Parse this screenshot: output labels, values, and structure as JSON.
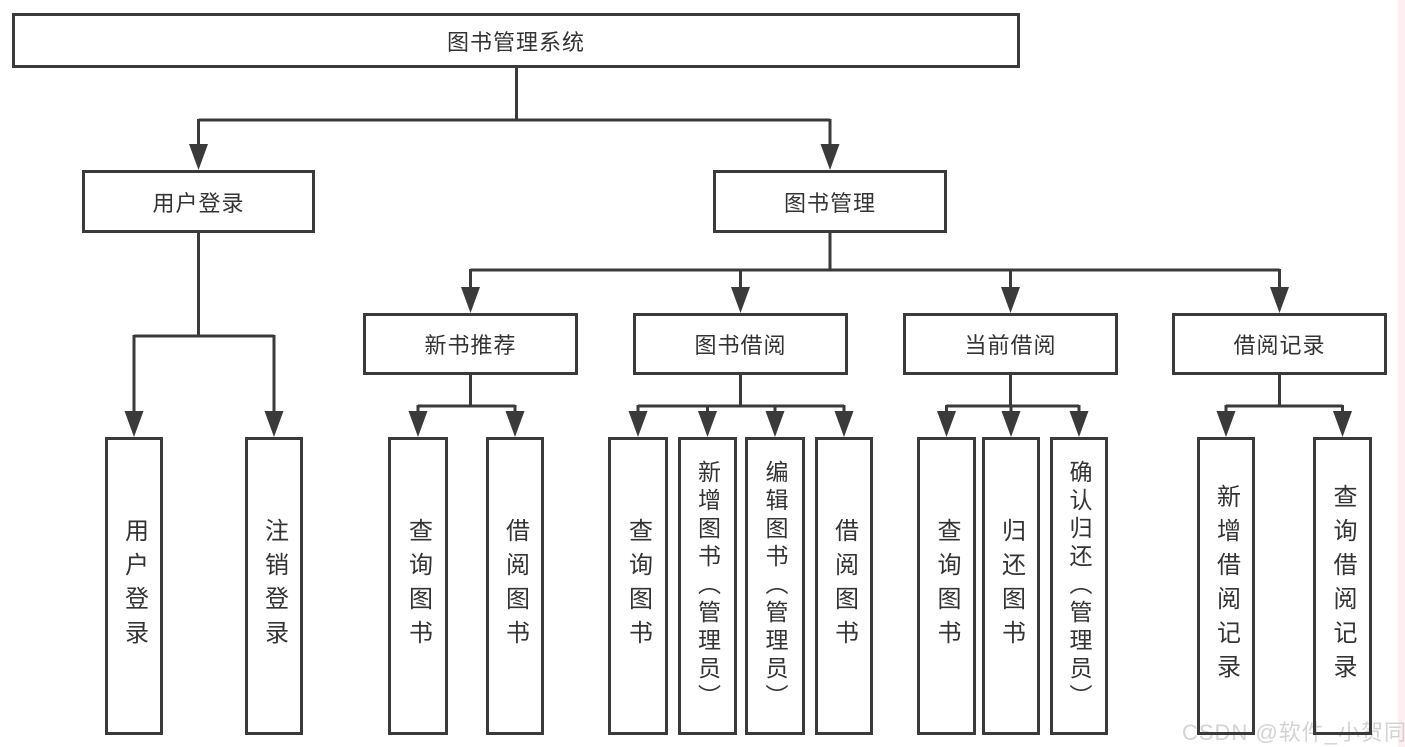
{
  "diagram": {
    "root": "图书管理系统",
    "level2": [
      "用户登录",
      "图书管理"
    ],
    "level3": [
      "新书推荐",
      "图书借阅",
      "当前借阅",
      "借阅记录"
    ],
    "leaves": {
      "login": [
        "用户登录",
        "注销登录"
      ],
      "recommend": [
        "查询图书",
        "借阅图书"
      ],
      "borrow": [
        "查询图书",
        "新增图书（管理员）",
        "编辑图书（管理员）",
        "借阅图书"
      ],
      "current": [
        "查询图书",
        "归还图书",
        "确认归还（管理员）"
      ],
      "records": [
        "新增借阅记录",
        "查询借阅记录"
      ]
    }
  },
  "watermark": "CSDN @软件_小贺同学",
  "colors": {
    "line": "#3a3a3a",
    "text": "#333333",
    "watermark": "#d3d3d3",
    "background": "#ffffff",
    "edge_strip": "#ffdae0"
  }
}
